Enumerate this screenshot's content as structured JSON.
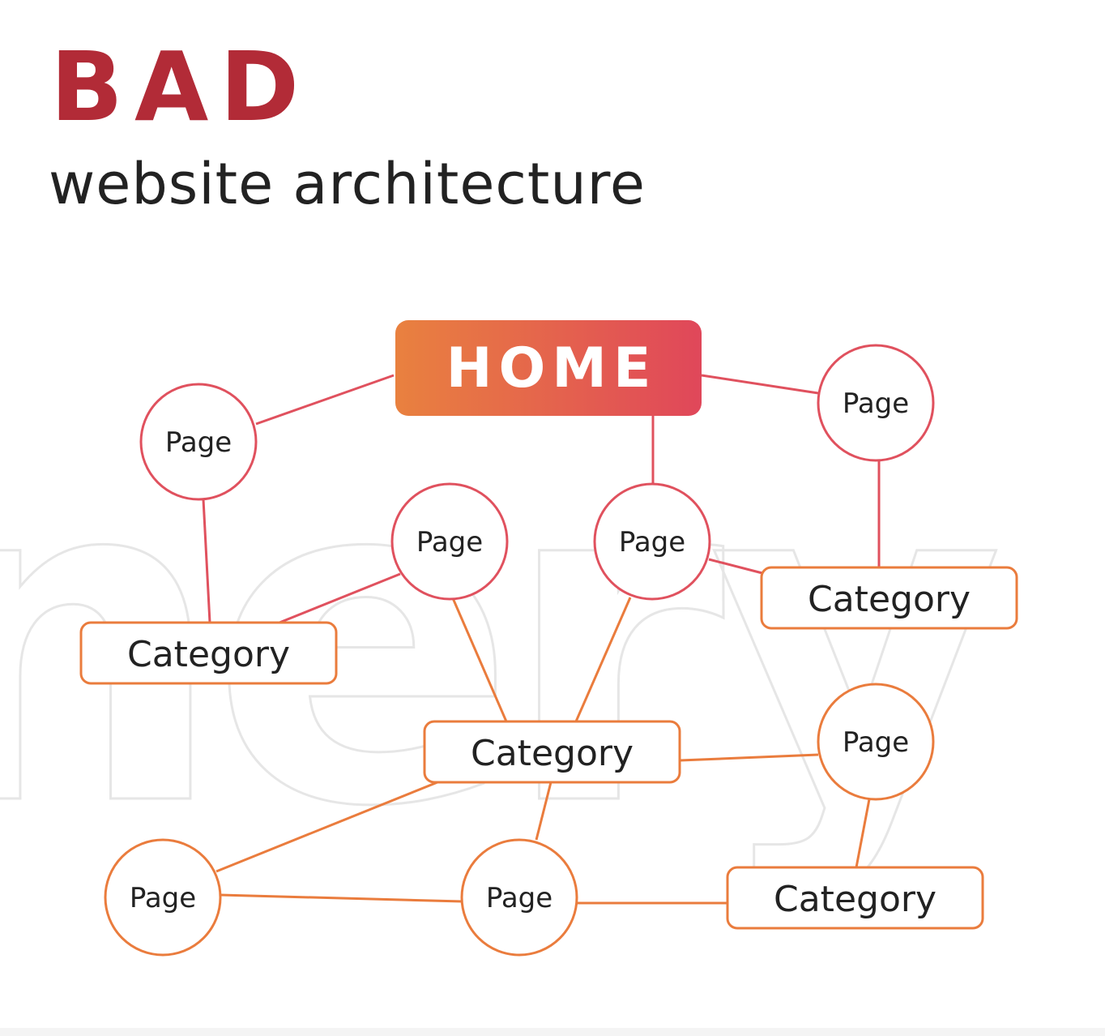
{
  "heading": {
    "title": "BAD",
    "subtitle": "website architecture"
  },
  "diagram": {
    "home_label": "HOME",
    "page_label": "Page",
    "category_label": "Category",
    "watermark_text": "nery"
  },
  "colors": {
    "title": "#b22b37",
    "home_gradient_start": "#e9813f",
    "home_gradient_end": "#e0475a",
    "line_red": "#e0515e",
    "line_orange": "#ea7c3d",
    "watermark_stroke": "#e6e6e6"
  }
}
